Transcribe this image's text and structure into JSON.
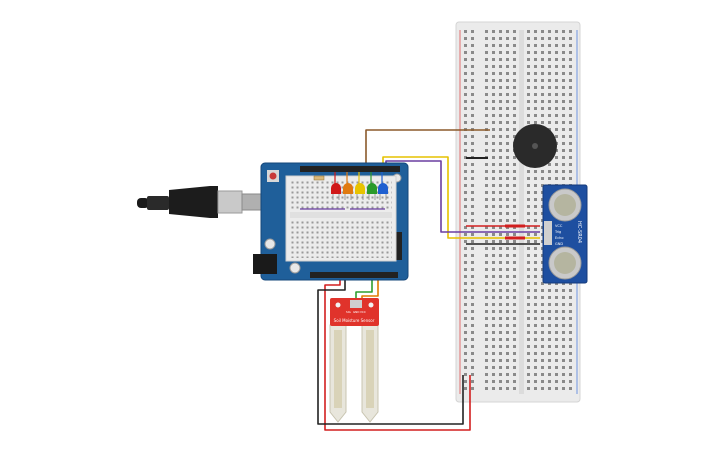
{
  "colors": {
    "background": "#ffffff",
    "breadboard": "#ebebeb",
    "arduino_board": "#1f5f9a",
    "arduino_header": "#222222",
    "sensor_board": "#e0332b",
    "sensor_probe": "#e8e6dc",
    "ultrasonic_board": "#1e4fa0",
    "buzzer": "#2a2a2a",
    "wire_brown": "#8b5a2b",
    "wire_yellow": "#e6c200",
    "wire_purple": "#6a3ea1",
    "wire_red": "#d21f1f",
    "wire_black": "#222222",
    "wire_green": "#2f9e2f",
    "wire_orange": "#e07b00",
    "led_red": "#d01818",
    "led_orange": "#e07a10",
    "led_yellow": "#e8c300",
    "led_green": "#2a9a2a",
    "led_blue": "#1e5fd0"
  },
  "components": {
    "usb_cable": {
      "icon": "usb-cable-icon"
    },
    "arduino": {
      "icon": "arduino-uno-icon"
    },
    "breadboard": {
      "icon": "breadboard-icon"
    },
    "buzzer": {
      "icon": "piezo-buzzer-icon"
    },
    "ultrasonic": {
      "icon": "ultrasonic-sensor-icon",
      "label": "HC-SR04",
      "pins": [
        "VCC",
        "Trig",
        "Echo",
        "GND"
      ]
    },
    "soil_sensor": {
      "icon": "soil-moisture-sensor-icon",
      "label": "Soil Moisture Sensor",
      "pins": [
        "SIG",
        "GND",
        "VCC"
      ]
    },
    "leds": [
      "red",
      "orange",
      "yellow",
      "green",
      "blue"
    ]
  }
}
